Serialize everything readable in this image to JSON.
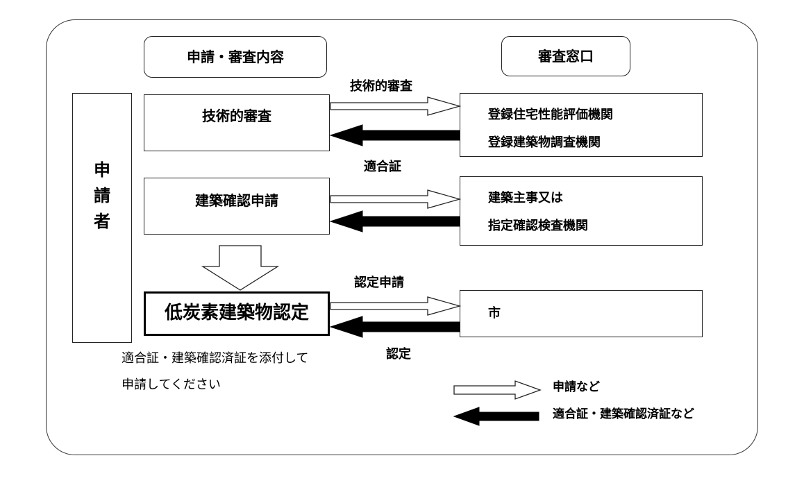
{
  "headers": {
    "left": "申請・審査内容",
    "right": "審査窓口"
  },
  "applicant": [
    "申",
    "請",
    "者"
  ],
  "left_boxes": {
    "technical": "技術的審査",
    "building_confirm": "建築確認申請",
    "certification": "低炭素建築物認定"
  },
  "right_boxes": {
    "agencies": [
      "登録住宅性能評価機関",
      "登録建築物調査機関"
    ],
    "building_official": [
      "建築主事又は",
      "指定確認検査機関"
    ],
    "city": "市"
  },
  "arrow_labels": {
    "technical_review": "技術的審査",
    "conformity_cert": "適合証",
    "cert_application": "認定申請",
    "certification": "認定"
  },
  "note": [
    "適合証・建築確認済証を添付して",
    "申請してください"
  ],
  "legend": {
    "white_arrow": "申請など",
    "black_arrow": "適合証・建築確認済証など"
  }
}
